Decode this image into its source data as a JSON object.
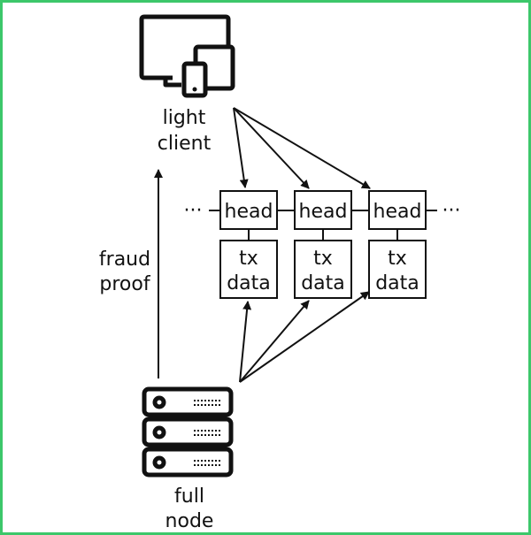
{
  "colors": {
    "frame_border": "#3cc76a",
    "stroke": "#111111",
    "background": "#ffffff"
  },
  "light_client": {
    "icon": "devices-icon",
    "label_line1": "light",
    "label_line2": "client"
  },
  "full_node": {
    "icon": "server-stack-icon",
    "label_line1": "full",
    "label_line2": "node"
  },
  "fraud_proof": {
    "label_line1": "fraud",
    "label_line2": "proof"
  },
  "chain": {
    "ellipsis_left": "···",
    "ellipsis_right": "···",
    "blocks": [
      {
        "head": "head",
        "body_line1": "tx",
        "body_line2": "data"
      },
      {
        "head": "head",
        "body_line1": "tx",
        "body_line2": "data"
      },
      {
        "head": "head",
        "body_line1": "tx",
        "body_line2": "data"
      }
    ]
  }
}
